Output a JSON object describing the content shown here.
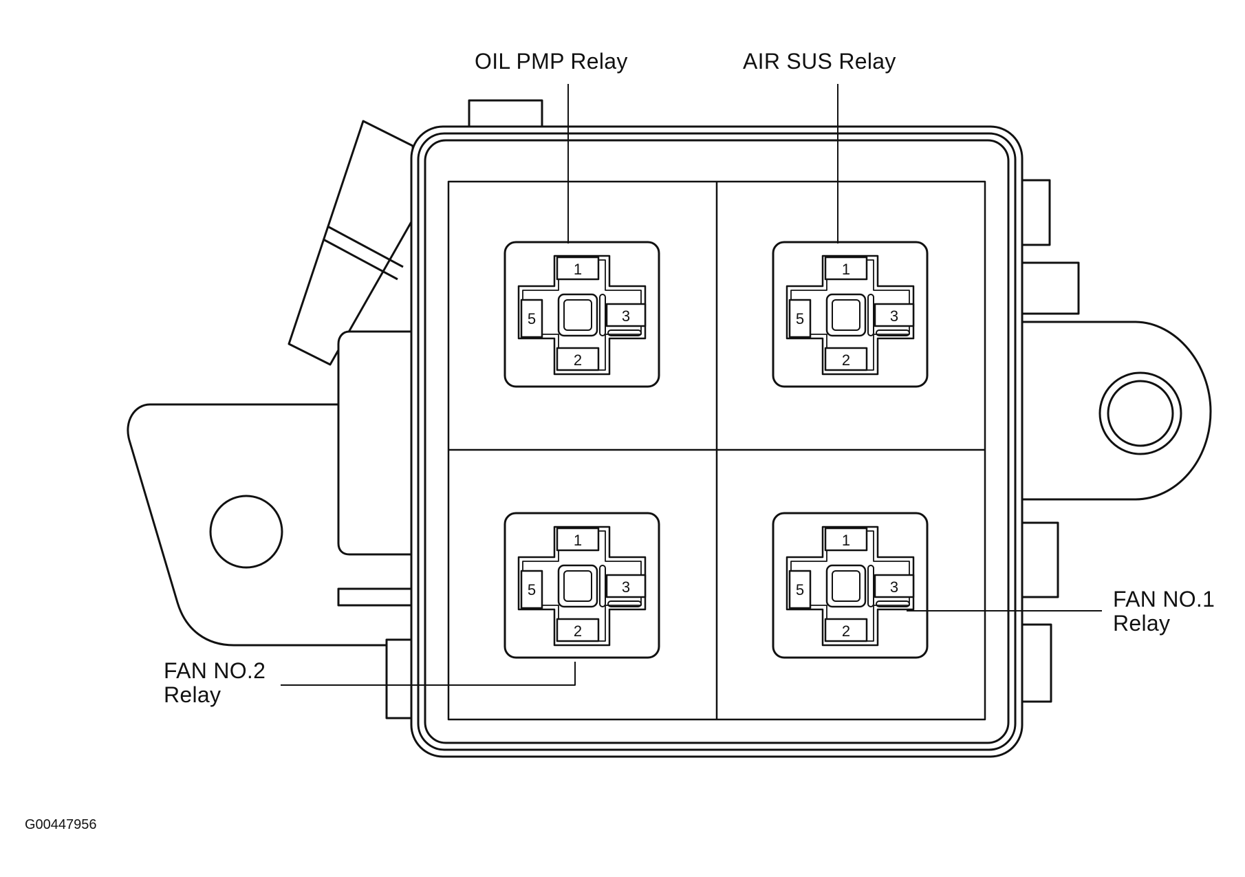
{
  "callouts": {
    "oil_pmp": "OIL PMP Relay",
    "air_sus": "AIR SUS Relay",
    "fan_no1": [
      "FAN NO.1",
      "Relay"
    ],
    "fan_no2": [
      "FAN NO.2",
      "Relay"
    ]
  },
  "terminal_labels": {
    "t1": "1",
    "t2": "2",
    "t3": "3",
    "t5": "5"
  },
  "figure_id": "G00447956"
}
